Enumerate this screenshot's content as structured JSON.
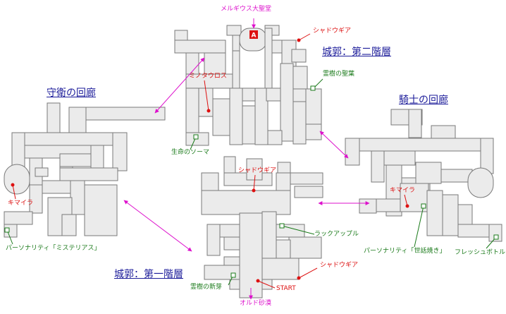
{
  "areas": {
    "floor2": "城郭：第二階層",
    "floor1": "城郭：第一階層",
    "guard": "守衛の回廊",
    "knight": "騎士の回廊"
  },
  "exits": {
    "top": "メルギウス大聖堂",
    "bottom": "オルド砂漠"
  },
  "entrance_marker": "A",
  "enemies": {
    "shadow_top": "シャドウギア",
    "minotaur": "ミノタウロス",
    "chimera_left": "キマイラ",
    "shadow_center": "シャドウギア",
    "chimera_right": "キマイラ",
    "shadow_bottom": "シャドウギア"
  },
  "start": "START",
  "items": {
    "spirit_tree_leaf": "霊樹の聖葉",
    "life_soma": "生命のソーマ",
    "personality_mystery": "パーソナリティ「ミステリアス」",
    "lucky_apple": "ラックアップル",
    "personality_care": "パーソナリティ「世話焼き」",
    "fresh_bottle": "フレッシュボトル",
    "spirit_tree_sprout": "霊樹の新芽"
  },
  "colors": {
    "room_fill": "#ebebeb",
    "room_stroke": "#7a7a7a",
    "enemy": "#dd1111",
    "item": "#1a7a1a",
    "connection": "#dd11cc",
    "area_title": "#1c1c9a"
  }
}
